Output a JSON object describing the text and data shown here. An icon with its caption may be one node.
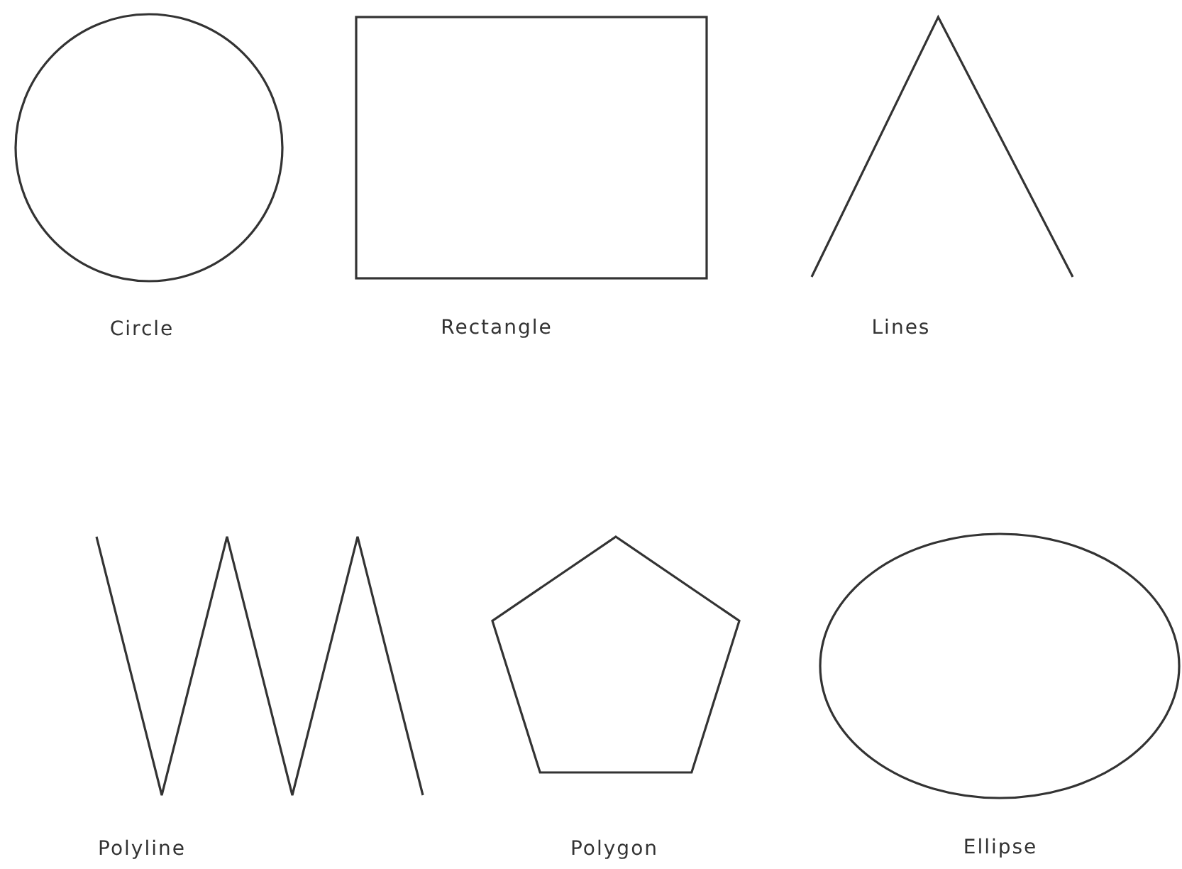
{
  "diagram": {
    "nodes": [
      {
        "text": [],
        "shape": "circle",
        "beside": [
          "Circle"
        ]
      },
      {
        "text": [],
        "shape": "box",
        "beside": [
          "Rectangle"
        ]
      },
      {
        "text": [],
        "shape": "lines",
        "beside": [
          "Lines"
        ]
      },
      {
        "text": [],
        "shape": "zigzag",
        "beside": [
          "Polyline"
        ]
      },
      {
        "text": [],
        "shape": "pentagon",
        "beside": [
          "Polygon"
        ]
      },
      {
        "text": [],
        "shape": "ellipse",
        "beside": [
          "Ellipse"
        ]
      }
    ]
  }
}
